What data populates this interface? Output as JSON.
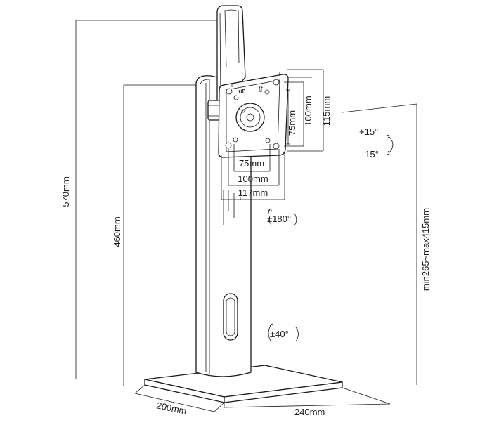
{
  "dimensions": {
    "total_height": "570mm",
    "pole_height": "460mm",
    "height_range": "min265~max415mm",
    "base_depth": "200mm",
    "base_width": "240mm",
    "vesa_h_75": "75mm",
    "vesa_h_100": "100mm",
    "vesa_h_117": "117mm",
    "vesa_v_75": "75mm",
    "vesa_v_100": "100mm",
    "vesa_v_115": "115mm"
  },
  "rotations": {
    "tilt_up": "+15°",
    "tilt_down": "-15°",
    "swivel": "±180°",
    "pivot": "±40°"
  },
  "plate_marks": {
    "up_label": "UP",
    "up_arrow": "⇧"
  }
}
